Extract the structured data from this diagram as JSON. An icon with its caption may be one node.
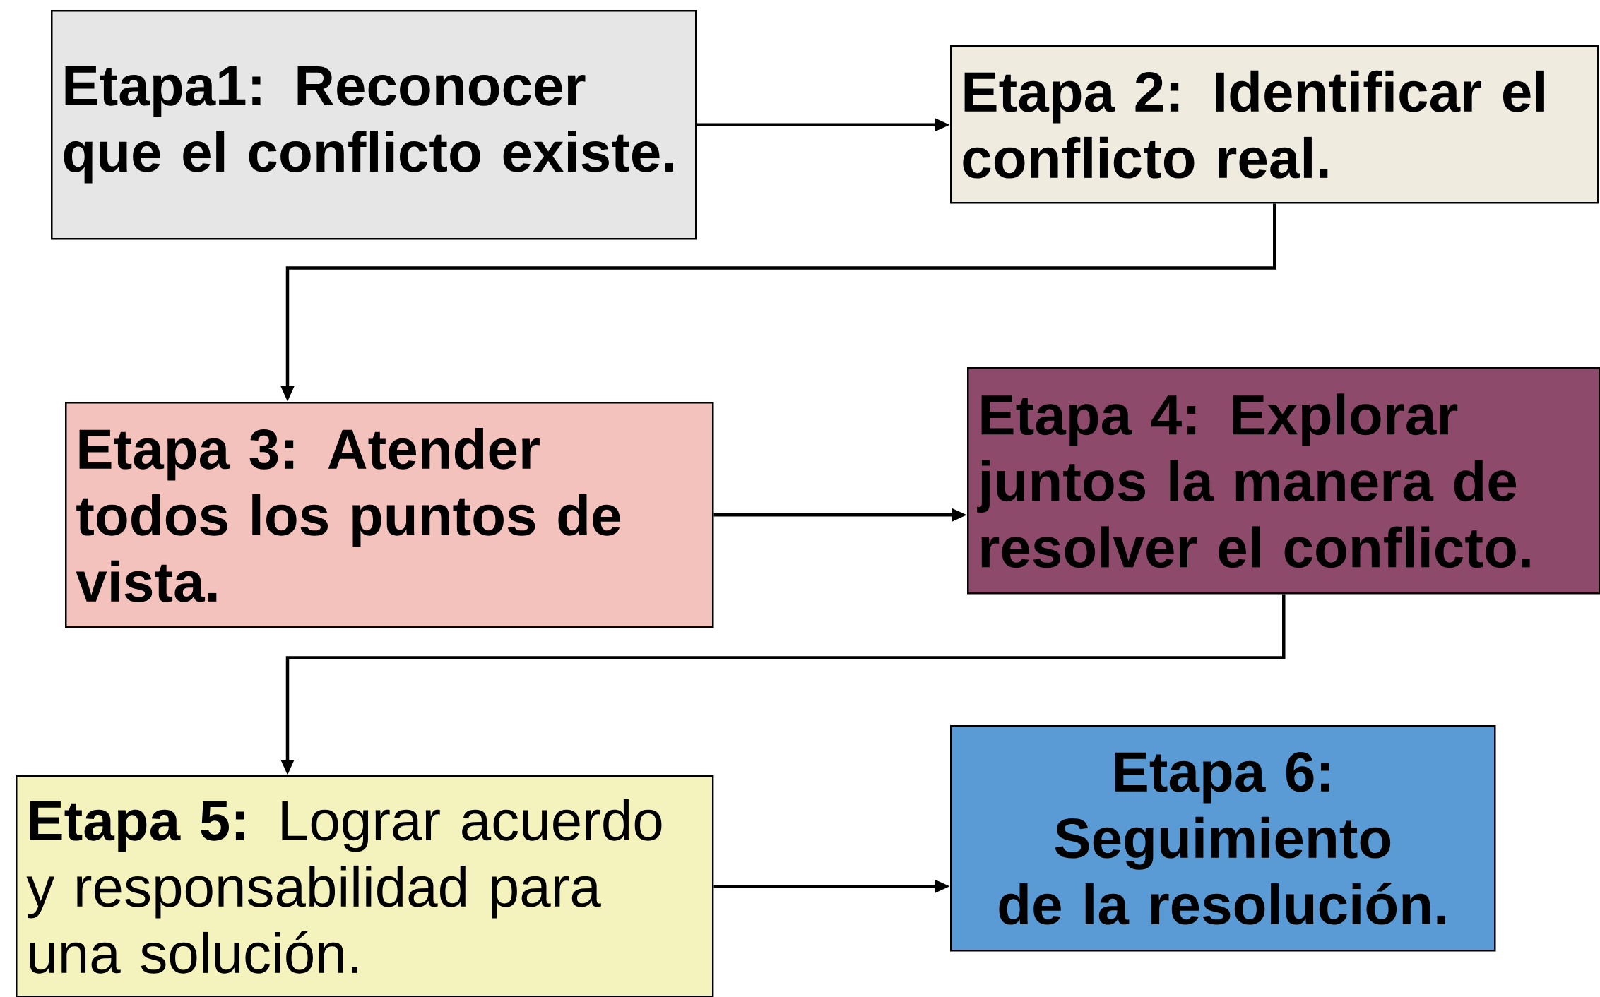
{
  "diagram": {
    "nodes": [
      {
        "text": [
          "Etapa1: Reconocer que el conflicto existe."
        ]
      },
      {
        "text": [
          "Etapa 2: Identificar el conflicto real."
        ]
      },
      {
        "text": [
          "Etapa 3: Atender todos los puntos de vista."
        ]
      },
      {
        "text": [
          "Etapa 4: Explorar juntos la manera de resolver el conflicto."
        ]
      },
      {
        "text": [
          "**Etapa 5:** Lograr acuerdo y responsabilidad para una solución."
        ]
      },
      {
        "text": [
          "Etapa 6: Seguimiento de la resolución."
        ]
      }
    ],
    "edges": [
      {
        "from": 0,
        "to": 1,
        "arrow": "to"
      },
      {
        "from": 1,
        "to": 2,
        "arrow": "to"
      },
      {
        "from": 2,
        "to": 3,
        "arrow": "to"
      },
      {
        "from": 3,
        "to": 4,
        "arrow": "to"
      },
      {
        "from": 4,
        "to": 5,
        "arrow": "to"
      }
    ]
  }
}
